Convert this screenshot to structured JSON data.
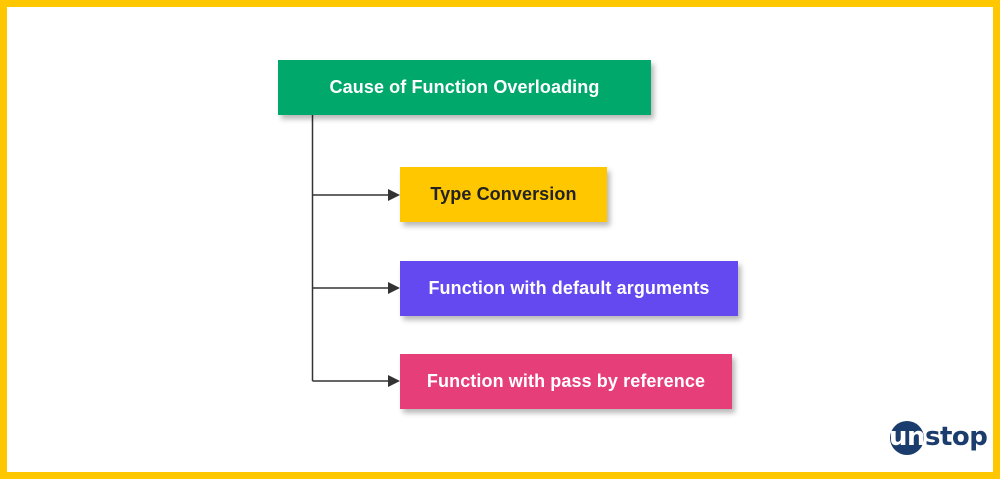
{
  "diagram": {
    "root": {
      "label": "Cause of Function Overloading",
      "color": "#00a86b"
    },
    "children": [
      {
        "label": "Type Conversion",
        "color": "#ffc700"
      },
      {
        "label": "Function with default arguments",
        "color": "#6448f0"
      },
      {
        "label": "Function with pass by reference",
        "color": "#e63e78"
      }
    ],
    "connector_color": "#333333"
  },
  "frame": {
    "border_color": "#ffc700"
  },
  "logo": {
    "first": "un",
    "rest": "stop",
    "color": "#1b3d6d"
  }
}
